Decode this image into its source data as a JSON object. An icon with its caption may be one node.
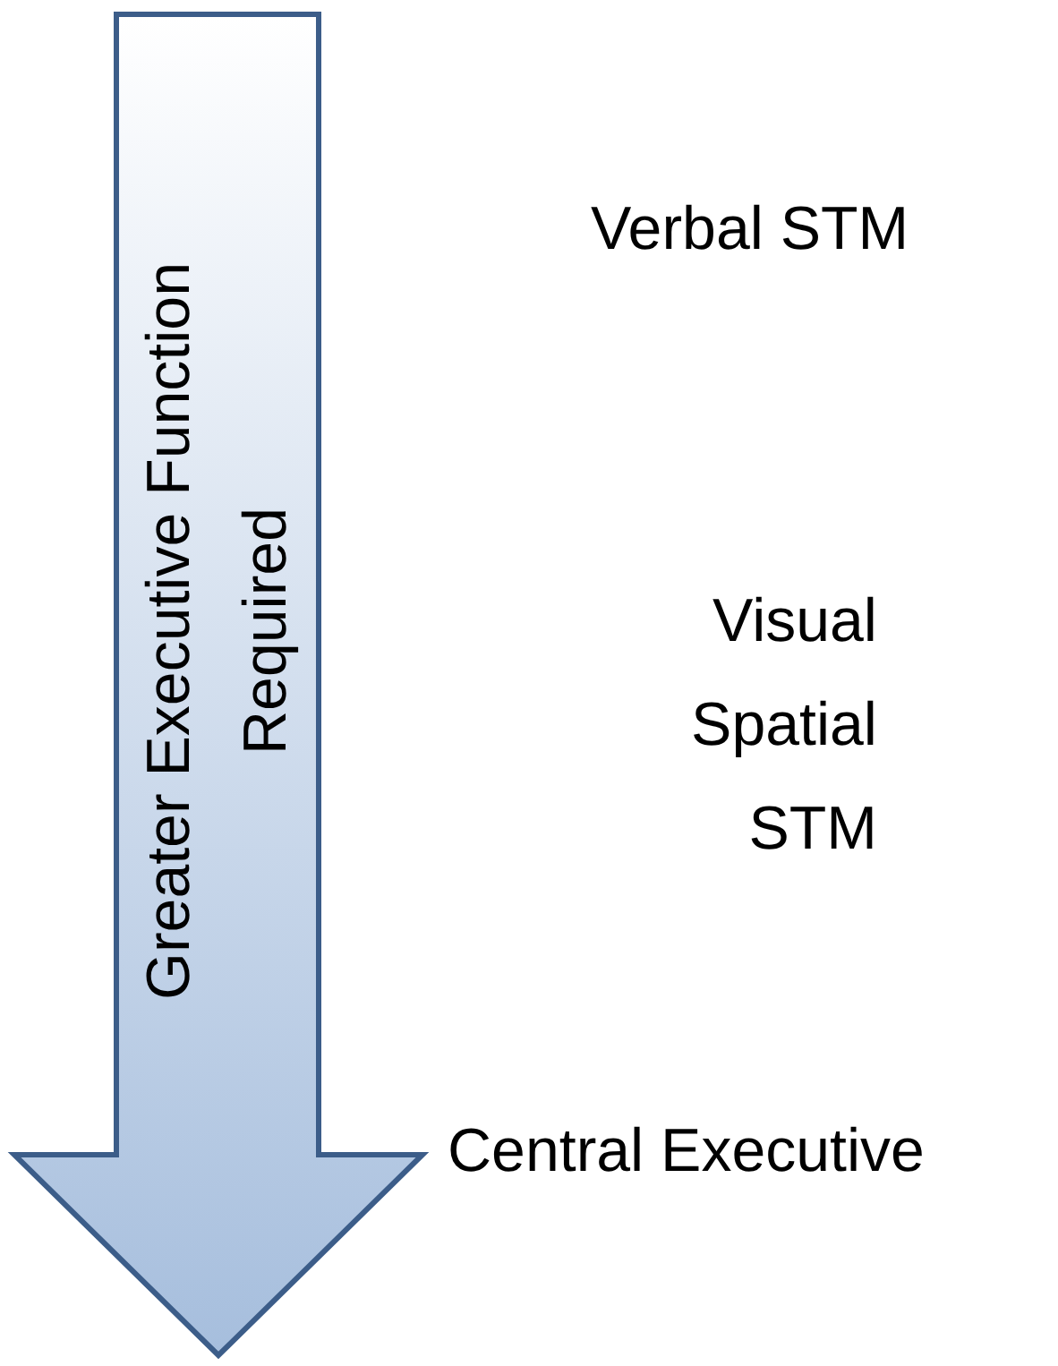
{
  "diagram": {
    "nodes": [
      {
        "text": [
          "Greater Executive Function Required"
        ]
      }
    ],
    "labels": [
      "Verbal STM",
      "Visual Spatial STM",
      "Central Executive"
    ]
  }
}
